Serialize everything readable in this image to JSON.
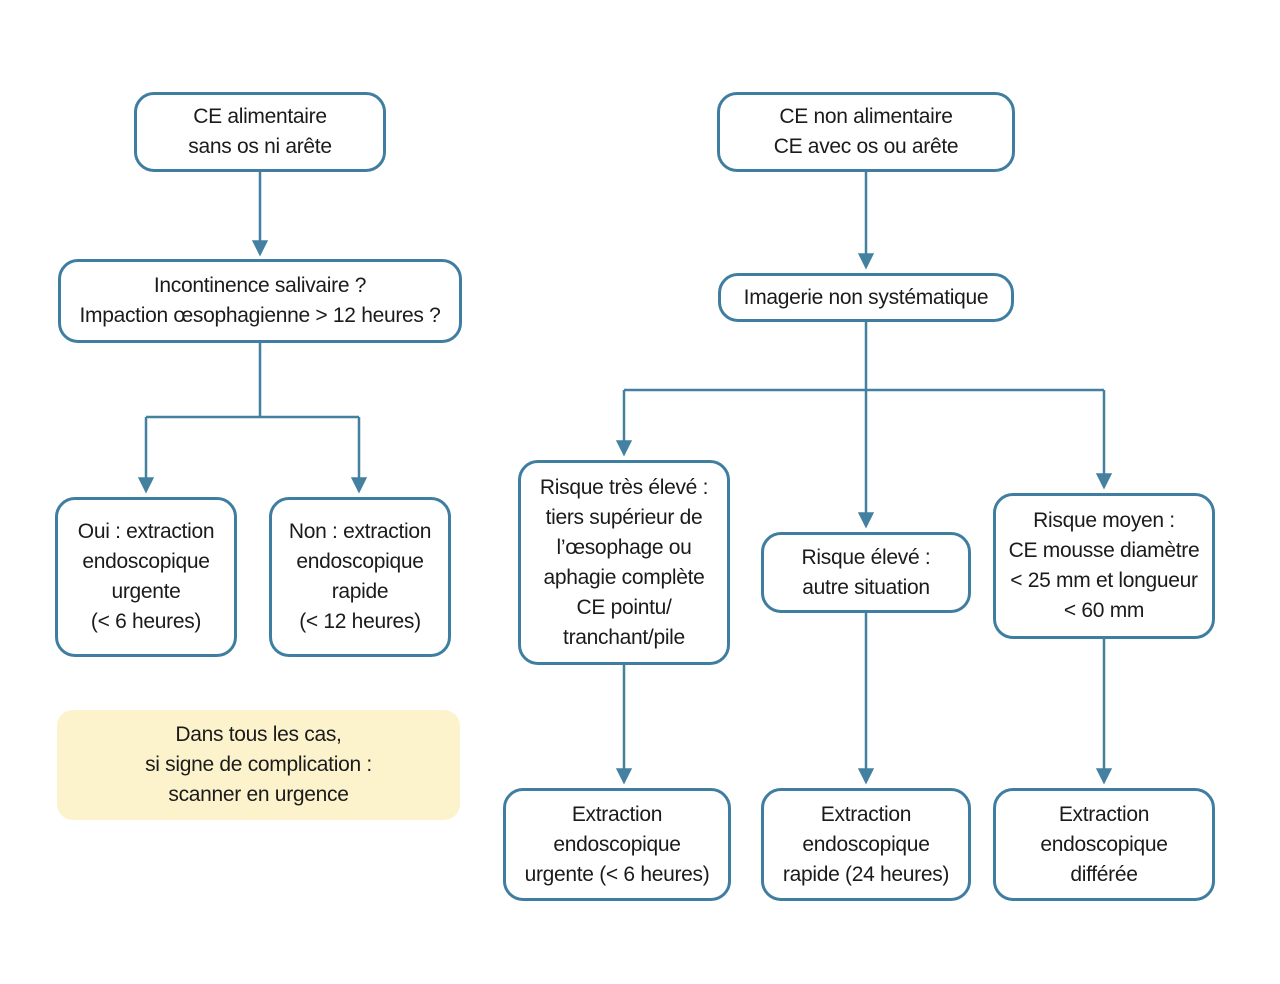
{
  "colors": {
    "line": "#44809f",
    "border": "#3f7ea0",
    "note_fill": "#fcf3cc",
    "text": "#1b1b1b",
    "background": "#ffffff"
  },
  "flowchart": {
    "left_branch": {
      "root": "CE alimentaire\nsans os ni arête",
      "question": "Incontinence salivaire ?\nImpaction œsophagienne > 12 heures ?",
      "yes": "Oui : extraction\nendoscopique\nurgente\n(< 6 heures)",
      "no": "Non : extraction\nendoscopique\nrapide\n(< 12 heures)",
      "note": "Dans tous les cas,\nsi signe de complication :\nscanner en urgence"
    },
    "right_branch": {
      "root": "CE non alimentaire\nCE avec os ou arête",
      "imaging": "Imagerie non systématique",
      "risk_very_high": "Risque très élevé :\ntiers supérieur de\nl’œsophage ou\naphagie complète\nCE pointu/\ntranchant/pile",
      "risk_high": "Risque élevé :\nautre situation",
      "risk_medium": "Risque moyen :\nCE mousse diamètre\n< 25 mm et longueur\n< 60 mm",
      "extraction_urgent": "Extraction\nendoscopique\nurgente (< 6 heures)",
      "extraction_rapid": "Extraction\nendoscopique\nrapide (24 heures)",
      "extraction_deferred": "Extraction\nendoscopique\ndifférée"
    }
  }
}
